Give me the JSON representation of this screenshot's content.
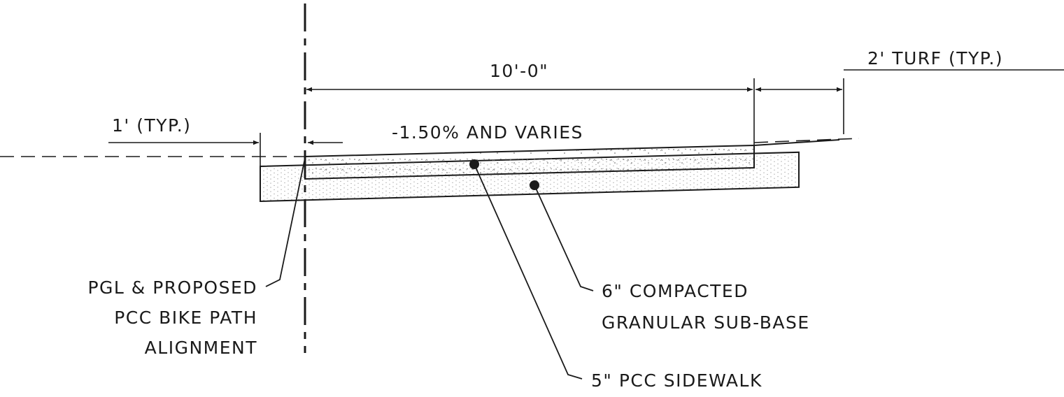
{
  "labels": {
    "dim_width": "10'-0\"",
    "dim_turf": "2' TURF (TYP.)",
    "dim_offset": "1' (TYP.)",
    "slope": "-1.50% AND VARIES",
    "pgl_line1": "PGL & PROPOSED",
    "pgl_line2": "PCC BIKE PATH",
    "pgl_line3": "ALIGNMENT",
    "subbase_line1": "6\" COMPACTED",
    "subbase_line2": "GRANULAR SUB-BASE",
    "sidewalk": "5\" PCC SIDEWALK"
  },
  "colors": {
    "ink": "#1a1a1a",
    "background": "#ffffff"
  }
}
